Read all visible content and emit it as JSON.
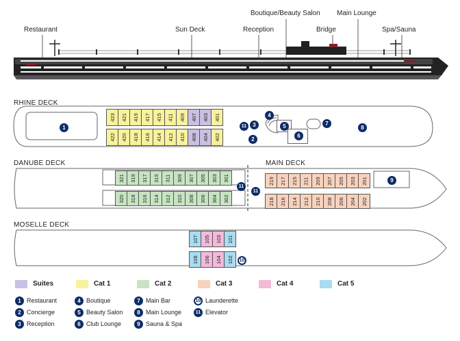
{
  "side_labels": {
    "restaurant": "Restaurant",
    "sun_deck": "Sun Deck",
    "reception": "Reception",
    "boutique": "Boutique/Beauty Salon",
    "bridge": "Bridge",
    "main_lounge": "Main Lounge",
    "spa": "Spa/Sauna"
  },
  "decks": {
    "rhine": "RHINE DECK",
    "danube": "DANUBE DECK",
    "main": "MAIN DECK",
    "moselle": "MOSELLE DECK"
  },
  "colors": {
    "suites": "#c9c0e3",
    "cat1": "#f7f29c",
    "cat2": "#c7e4c2",
    "cat3": "#f8d2bd",
    "cat4": "#f3b9d8",
    "cat5": "#a8dcf1",
    "badge": "#0e2c66"
  },
  "rhine_cabins": {
    "top": [
      {
        "n": "423",
        "c": "cat1"
      },
      {
        "n": "421",
        "c": "cat1"
      },
      {
        "n": "419",
        "c": "cat1"
      },
      {
        "n": "417",
        "c": "cat1"
      },
      {
        "n": "415",
        "c": "cat1"
      },
      {
        "n": "411",
        "c": "cat1"
      },
      {
        "n": "409",
        "c": "cat1"
      },
      {
        "n": "407",
        "c": "suites"
      },
      {
        "n": "403",
        "c": "suites"
      },
      {
        "n": "401",
        "c": "cat1"
      }
    ],
    "bottom": [
      {
        "n": "422",
        "c": "cat1"
      },
      {
        "n": "420",
        "c": "cat1"
      },
      {
        "n": "418",
        "c": "cat1"
      },
      {
        "n": "416",
        "c": "cat1"
      },
      {
        "n": "414",
        "c": "cat1"
      },
      {
        "n": "412",
        "c": "cat1"
      },
      {
        "n": "410",
        "c": "cat1"
      },
      {
        "n": "408",
        "c": "suites"
      },
      {
        "n": "404",
        "c": "suites"
      },
      {
        "n": "402",
        "c": "cat1"
      }
    ]
  },
  "danube_cabins": {
    "top": [
      "321",
      "319",
      "317",
      "315",
      "311",
      "309",
      "307",
      "305",
      "303",
      "301"
    ],
    "bottom": [
      "320",
      "318",
      "316",
      "314",
      "312",
      "310",
      "308",
      "306",
      "304",
      "302"
    ]
  },
  "main_cabins": {
    "top": [
      "219",
      "217",
      "215",
      "211",
      "209",
      "207",
      "205",
      "203",
      "201"
    ],
    "bottom": [
      "218",
      "216",
      "214",
      "212",
      "210",
      "208",
      "206",
      "204",
      "202"
    ]
  },
  "moselle_cabins": {
    "top": [
      {
        "n": "107",
        "c": "cat5"
      },
      {
        "n": "105",
        "c": "cat4"
      },
      {
        "n": "103",
        "c": "cat4"
      },
      {
        "n": "101",
        "c": "cat5"
      }
    ],
    "bottom": [
      {
        "n": "108",
        "c": "cat5"
      },
      {
        "n": "106",
        "c": "cat4"
      },
      {
        "n": "104",
        "c": "cat4"
      },
      {
        "n": "102",
        "c": "cat5"
      }
    ]
  },
  "legend_categories": [
    {
      "label": "Suites",
      "c": "suites"
    },
    {
      "label": "Cat 1",
      "c": "cat1"
    },
    {
      "label": "Cat 2",
      "c": "cat2"
    },
    {
      "label": "Cat 3",
      "c": "cat3"
    },
    {
      "label": "Cat 4",
      "c": "cat4"
    },
    {
      "label": "Cat 5",
      "c": "cat5"
    }
  ],
  "legend_keys": [
    {
      "n": "1",
      "label": "Restaurant"
    },
    {
      "n": "2",
      "label": "Concierge"
    },
    {
      "n": "3",
      "label": "Reception"
    },
    {
      "n": "4",
      "label": "Boutique"
    },
    {
      "n": "5",
      "label": "Beauty Salon"
    },
    {
      "n": "6",
      "label": "Club Lounge"
    },
    {
      "n": "7",
      "label": "Main Bar"
    },
    {
      "n": "8",
      "label": "Main Lounge"
    },
    {
      "n": "9",
      "label": "Sauna & Spa"
    },
    {
      "n": "10",
      "label": "Launderette"
    },
    {
      "n": "11",
      "label": "Elevator"
    }
  ]
}
